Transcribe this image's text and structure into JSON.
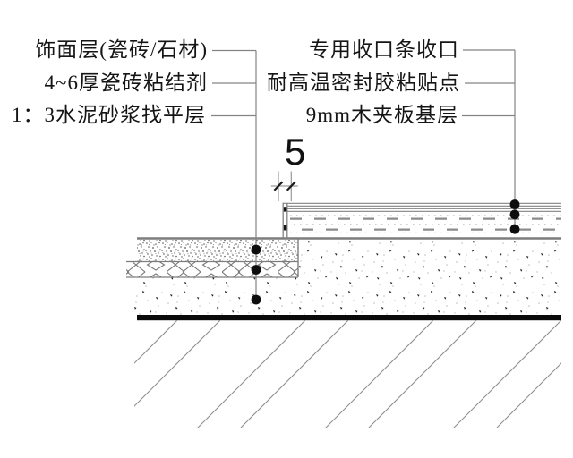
{
  "drawing": {
    "type": "construction-detail-section",
    "annotations": {
      "left": [
        {
          "text": "饰面层(瓷砖/石材)"
        },
        {
          "text": "4~6厚瓷砖粘结剂"
        },
        {
          "text": "1：3水泥砂浆找平层"
        }
      ],
      "right": [
        {
          "text": "专用收口条收口"
        },
        {
          "text": "耐高温密封胶粘贴点"
        },
        {
          "text": "9mm木夹板基层"
        }
      ]
    },
    "dimension": {
      "value": "5"
    },
    "colors": {
      "line_gray": "#808080",
      "ink": "#151515",
      "slab_black": "#0a0a0a",
      "background": "#ffffff"
    }
  }
}
